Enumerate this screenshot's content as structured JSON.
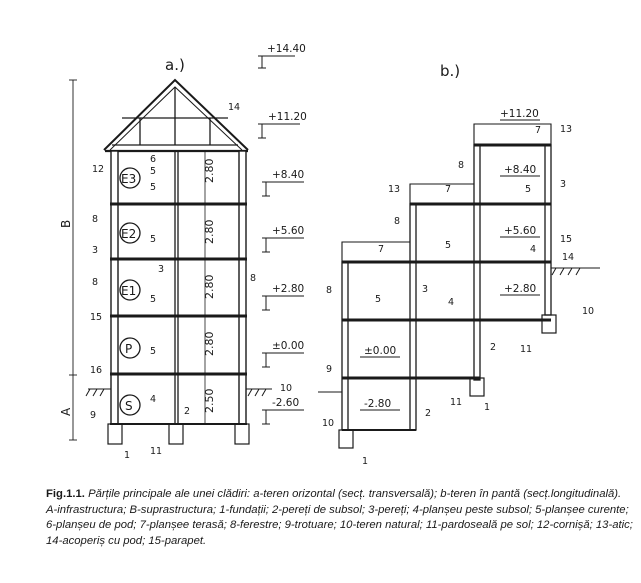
{
  "panels": {
    "a_label": "a.)",
    "b_label": "b.)"
  },
  "section_a": {
    "floors": [
      "E3",
      "E2",
      "E1",
      "P",
      "S"
    ],
    "heights": [
      "2.80",
      "2.80",
      "2.80",
      "2.80",
      "2.50"
    ],
    "levels": [
      "+14.40",
      "+11.20",
      "+8.40",
      "+5.60",
      "+2.80",
      "±0.00",
      "-2.60"
    ],
    "zone_labels": [
      "B",
      "A"
    ],
    "refs": [
      "14",
      "12",
      "6",
      "5",
      "8",
      "3",
      "8",
      "5",
      "8",
      "3",
      "5",
      "15",
      "16",
      "9",
      "4",
      "2",
      "10",
      "1",
      "11",
      "5",
      "5"
    ]
  },
  "section_b": {
    "levels": [
      "+11.20",
      "+8.40",
      "+5.60",
      "+2.80",
      "±0.00",
      "-2.80"
    ],
    "refs": [
      "7",
      "13",
      "8",
      "13",
      "7",
      "5",
      "3",
      "8",
      "7",
      "5",
      "4",
      "15",
      "14",
      "8",
      "5",
      "3",
      "4",
      "10",
      "11",
      "2",
      "9",
      "10",
      "11",
      "2",
      "1",
      "1"
    ]
  },
  "caption": {
    "fig": "Fig.1.1.",
    "text": "Părțile principale ale unei clădiri: a-teren orizontal (secț. transversală); b-teren în pantă (secț.longitudinală). A-infrastructura; B-suprastructura; 1-fundații; 2-pereți de subsol; 3-pereți; 4-planșeu peste subsol; 5-planșee curente; 6-planșeu de pod; 7-planșee terasă; 8-ferestre; 9-trotuare; 10-teren natural; 11-pardoseală pe sol; 12-cornișă; 13-atic; 14-acoperiș cu pod; 15-parapet."
  }
}
